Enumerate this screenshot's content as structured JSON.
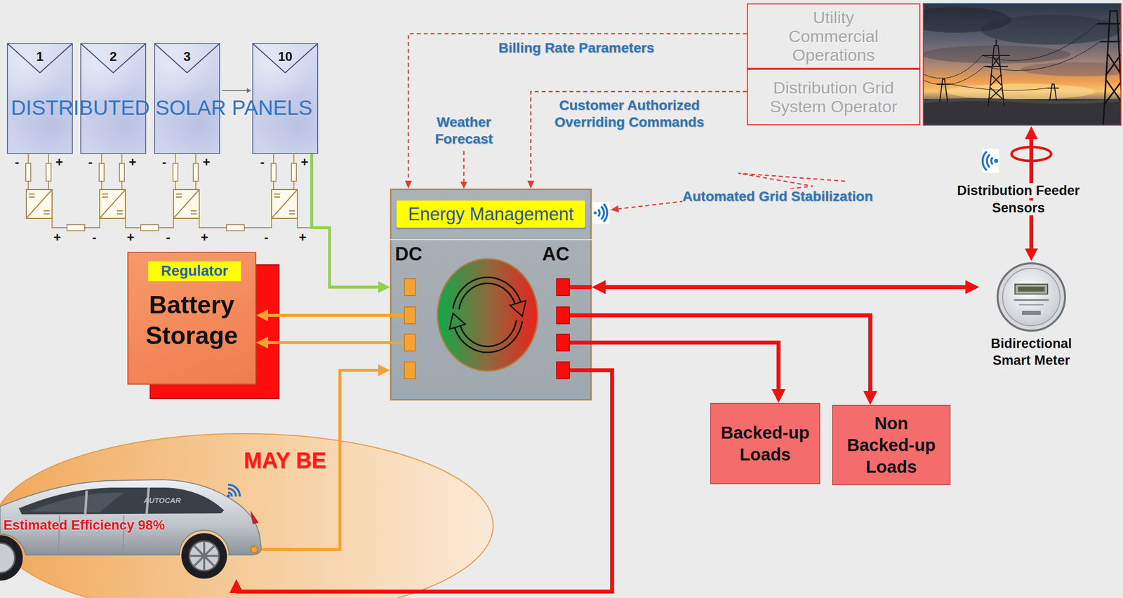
{
  "diagram": {
    "nodes": [
      {
        "text": [
          "1"
        ]
      },
      {
        "text": [
          "2"
        ]
      },
      {
        "text": [
          "3"
        ]
      },
      {
        "text": [
          "10"
        ]
      },
      {
        "text": [
          "Utility Commercial Operations"
        ]
      },
      {
        "text": [
          "Distribution Grid System Operator"
        ]
      },
      {
        "text": [
          "Energy Management",
          "DC",
          "AC"
        ]
      },
      {
        "text": [
          "Battery Storage"
        ]
      },
      {
        "text": [
          "Regulator"
        ],
        "in": 7
      },
      {
        "text": [
          "Backed-up Loads"
        ]
      },
      {
        "text": [
          "Non Backed-up Loads"
        ]
      },
      {
        "text": [
          "Bidirectional Smart Meter"
        ]
      },
      {
        "text": [
          "MAY BE"
        ]
      },
      {
        "text": [
          "Estimated Efficiency 98%"
        ],
        "in": 12
      }
    ],
    "edges": [
      {
        "from": 3,
        "to": 6,
        "arrow": "to"
      },
      {
        "from": 6,
        "to": 7,
        "arrow": "to"
      },
      {
        "from": 6,
        "to": 7,
        "arrow": "to"
      },
      {
        "from": 6,
        "to": 11,
        "arrow": "both"
      },
      {
        "from": 6,
        "to": 10,
        "arrow": "to"
      },
      {
        "from": 6,
        "to": 9,
        "arrow": "to"
      },
      {
        "from": 6,
        "to": 13,
        "arrow": "to"
      },
      {
        "from": 13,
        "to": 6,
        "arrow": "to"
      },
      {
        "from": 4,
        "to": 6,
        "label": "Billing Rate Parameters",
        "arrow": "to"
      },
      {
        "from": 5,
        "to": 6,
        "label": "Customer Authorized Overriding Commands",
        "arrow": "to"
      }
    ],
    "labels": [
      "DISTRIBUTED SOLAR PANELS",
      "Weather Forecast",
      "Automated Grid Stabilization",
      "Distribution Feeder Sensors",
      "-",
      "+",
      "-",
      "+",
      "-",
      "+",
      "-",
      "+",
      "+",
      "-",
      "+",
      "-",
      "+",
      "-",
      "+",
      "AUTOCAR"
    ]
  }
}
